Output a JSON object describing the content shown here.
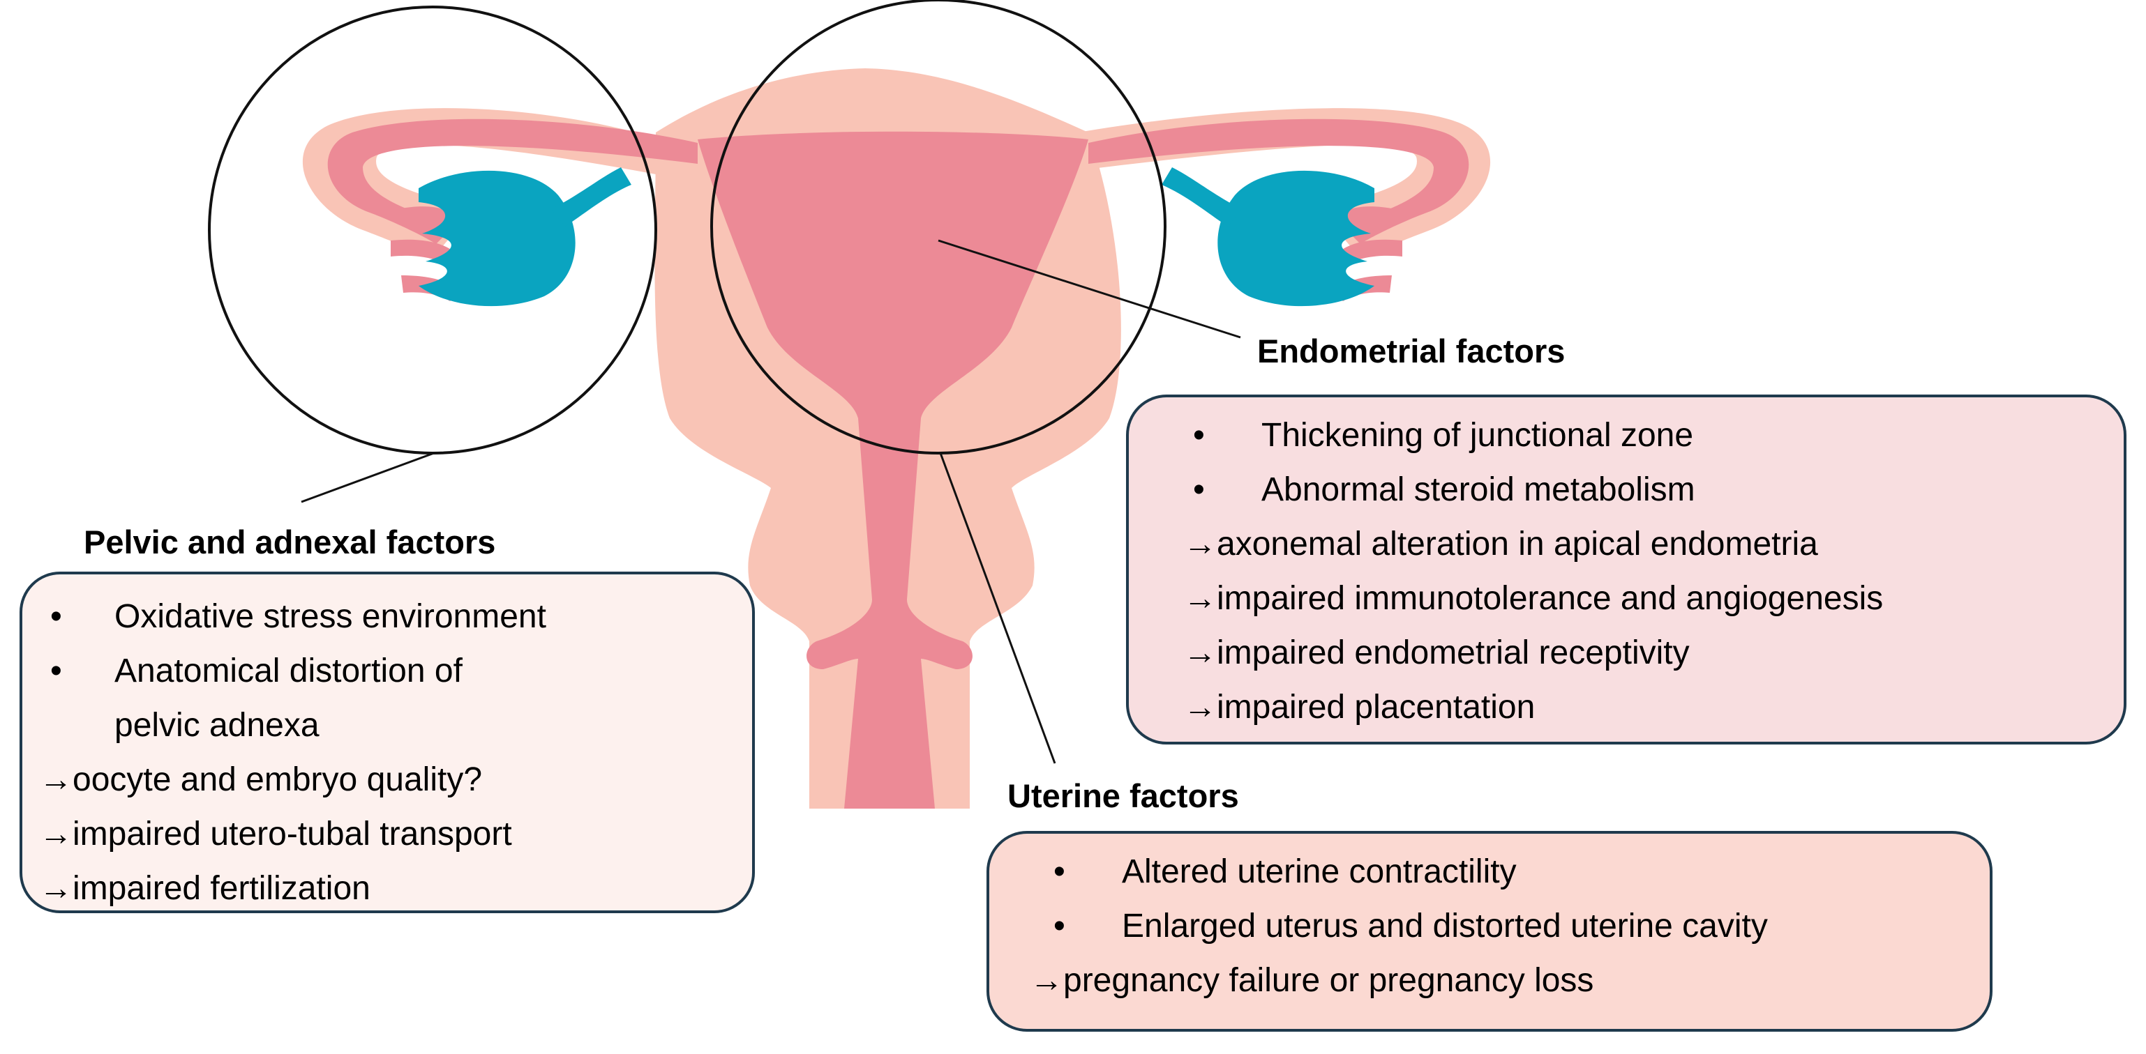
{
  "colors": {
    "uterus_outer": "#f9c4b6",
    "uterus_inner": "#ec8a96",
    "ovary": "#0aa4c0",
    "box_border": "#1f3a4d",
    "pelvic_box_fill": "#fdf1ee",
    "endometrial_box_fill": "#f8dee0",
    "uterine_box_fill": "#fbd9d2"
  },
  "groups": {
    "pelvic": {
      "heading": "Pelvic and adnexal factors",
      "bullets": [
        "Oxidative stress environment",
        "Anatomical distortion of",
        "pelvic adnexa"
      ],
      "arrows": [
        "oocyte and embryo quality?",
        "impaired utero-tubal transport",
        "impaired fertilization"
      ]
    },
    "endometrial": {
      "heading": "Endometrial factors",
      "bullets": [
        "Thickening of junctional zone",
        "Abnormal steroid metabolism"
      ],
      "arrows": [
        "axonemal alteration in apical endometria",
        "impaired immunotolerance and angiogenesis",
        "impaired endometrial receptivity",
        "impaired placentation"
      ]
    },
    "uterine": {
      "heading": "Uterine factors",
      "bullets": [
        "Altered uterine contractility",
        "Enlarged uterus and distorted uterine cavity"
      ],
      "arrows": [
        "pregnancy failure or pregnancy loss"
      ]
    }
  },
  "symbols": {
    "bullet": "•",
    "arrow": "→"
  }
}
